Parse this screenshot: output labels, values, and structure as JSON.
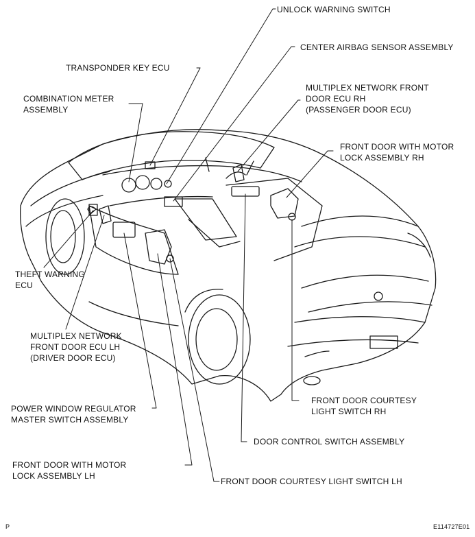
{
  "labels": {
    "unlock_warning_switch": [
      "UNLOCK WARNING SWITCH"
    ],
    "center_airbag_sensor": [
      "CENTER AIRBAG SENSOR ASSEMBLY"
    ],
    "transponder_key_ecu": [
      "TRANSPONDER KEY ECU"
    ],
    "multiplex_front_door_ecu_rh": [
      "MULTIPLEX NETWORK FRONT",
      "DOOR ECU RH",
      "(PASSENGER DOOR ECU)"
    ],
    "combination_meter": [
      "COMBINATION METER",
      "ASSEMBLY"
    ],
    "front_door_motor_lock_rh": [
      "FRONT DOOR WITH MOTOR",
      "LOCK ASSEMBLY RH"
    ],
    "theft_warning_ecu": [
      "THEFT WARNING",
      "ECU"
    ],
    "multiplex_front_door_ecu_lh": [
      "MULTIPLEX NETWORK",
      "FRONT DOOR ECU LH",
      "(DRIVER DOOR ECU)"
    ],
    "front_door_courtesy_rh": [
      "FRONT DOOR COURTESY",
      "LIGHT SWITCH RH"
    ],
    "power_window_master": [
      "POWER WINDOW REGULATOR",
      "MASTER SWITCH ASSEMBLY"
    ],
    "door_control_switch": [
      "DOOR CONTROL SWITCH ASSEMBLY"
    ],
    "front_door_motor_lock_lh": [
      "FRONT DOOR WITH MOTOR",
      "LOCK ASSEMBLY LH"
    ],
    "front_door_courtesy_lh": [
      "FRONT DOOR COURTESY LIGHT SWITCH LH"
    ]
  },
  "corner": {
    "left": "P",
    "right": "E114727E01"
  }
}
